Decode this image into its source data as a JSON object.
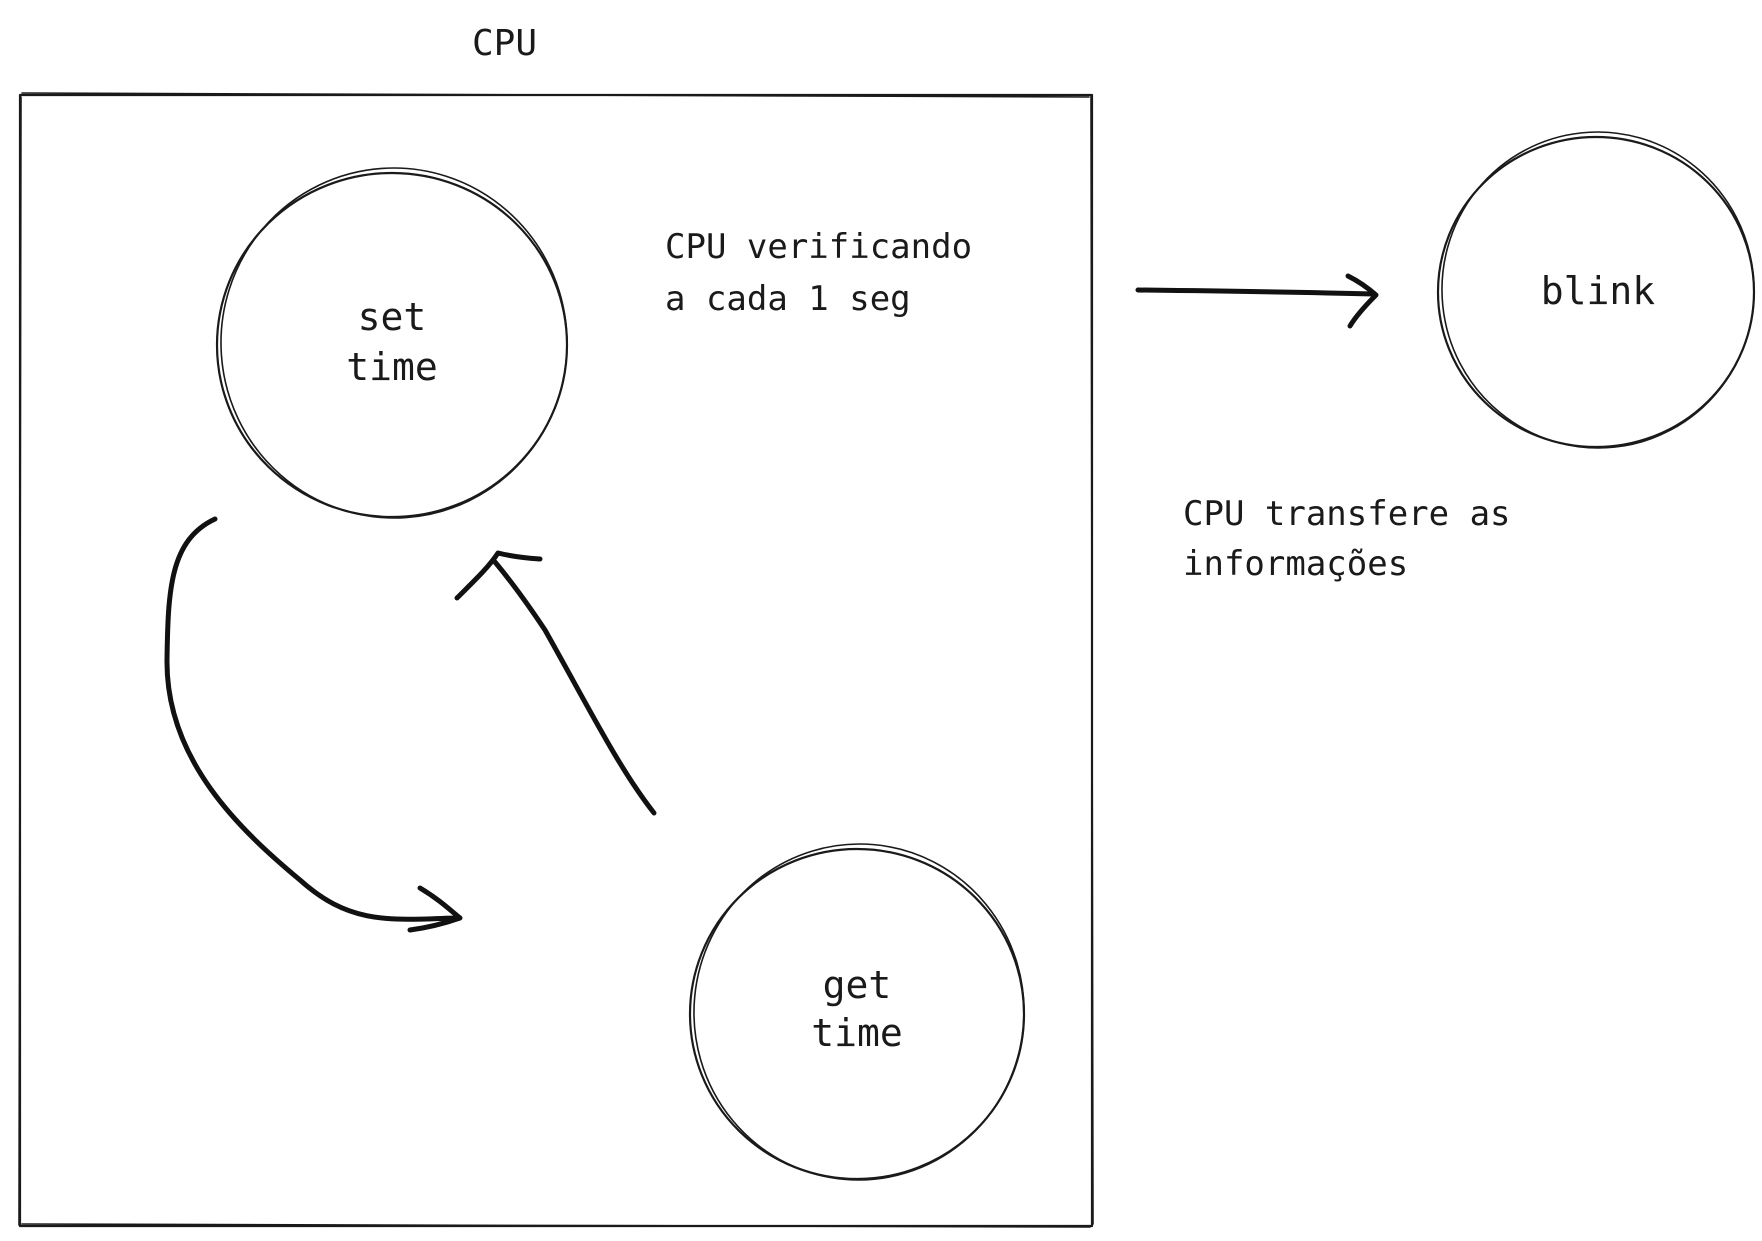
{
  "diagram": {
    "title": "CPU",
    "nodes": {
      "set_time": {
        "line1": "set",
        "line2": "time"
      },
      "get_time": {
        "line1": "get",
        "line2": "time"
      },
      "blink": {
        "label": "blink"
      }
    },
    "annotations": {
      "cpu_checking": {
        "line1": "CPU verificando",
        "line2": "a cada 1 seg"
      },
      "cpu_transfer": {
        "line1": "CPU transfere as",
        "line2": "informações"
      }
    },
    "colors": {
      "stroke": "#1a1a1a",
      "background": "#ffffff"
    }
  }
}
